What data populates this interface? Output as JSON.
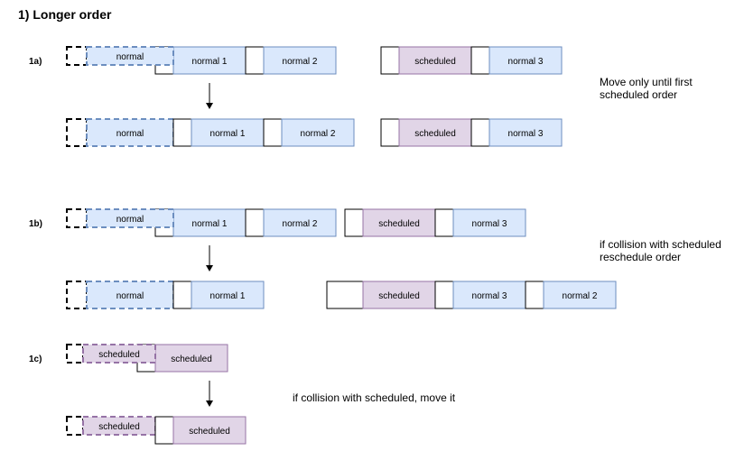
{
  "title": "1) Longer order",
  "sections": {
    "a": {
      "label": "1a)",
      "note_line1": "Move only until first",
      "note_line2": "scheduled order"
    },
    "b": {
      "label": "1b)",
      "note_line1": "if collision with scheduled",
      "note_line2": "reschedule order"
    },
    "c": {
      "label": "1c)",
      "note_line1": "if collision with scheduled, move it"
    }
  },
  "blocks": {
    "normal": "normal",
    "normal_1": "normal 1",
    "normal_2": "normal 2",
    "normal_3": "normal 3",
    "scheduled": "scheduled"
  },
  "colors": {
    "normal_fill": "#dae8fc",
    "normal_stroke": "#6c8ebf",
    "scheduled_fill": "#e1d5e7",
    "scheduled_stroke": "#9673a6"
  }
}
